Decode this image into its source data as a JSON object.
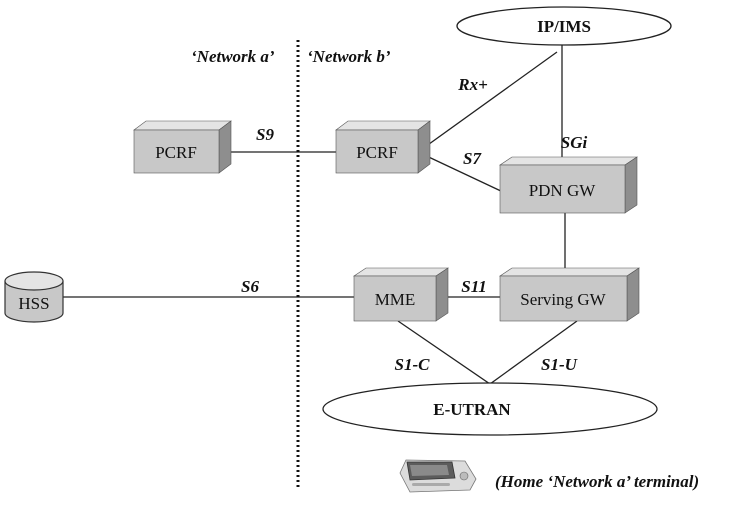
{
  "networks": {
    "a_label": "‘Network a’",
    "b_label": "‘Network b’"
  },
  "nodes": {
    "ip_ims": "IP/IMS",
    "pcrf_a": "PCRF",
    "pcrf_b": "PCRF",
    "pdn_gw": "PDN GW",
    "hss": "HSS",
    "mme": "MME",
    "serving_gw": "Serving GW",
    "eutran": "E-UTRAN"
  },
  "interfaces": {
    "s9": "S9",
    "rx_plus": "Rx+",
    "s7": "S7",
    "sgi": "SGi",
    "s6": "S6",
    "s11": "S11",
    "s1c": "S1-C",
    "s1u": "S1-U"
  },
  "terminal": {
    "caption": "(Home ‘Network a’ terminal)"
  },
  "colors": {
    "box_front": "#c8c8c8",
    "box_top": "#e4e4e4",
    "box_side": "#8e8e8e",
    "line": "#222222"
  }
}
